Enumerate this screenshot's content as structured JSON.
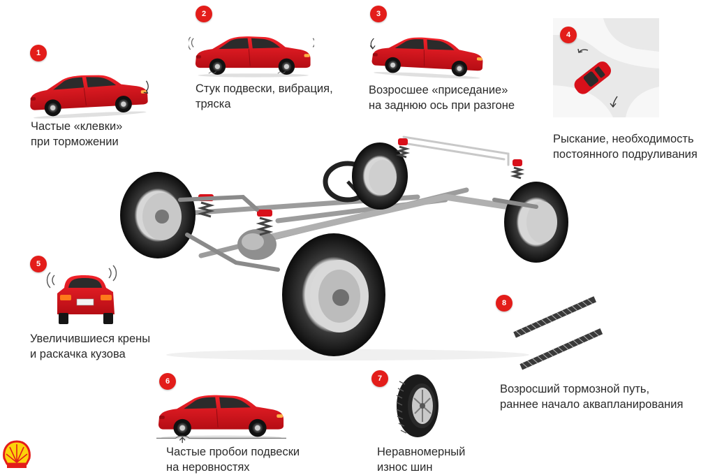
{
  "colors": {
    "accent": "#e31d1a",
    "car_body": "#d8101a",
    "text": "#2a2a2a"
  },
  "items": [
    {
      "badge": "1",
      "line1": "Частые «клевки»",
      "line2": "при торможении"
    },
    {
      "badge": "2",
      "line1": "Стук подвески, вибрация,",
      "line2": "тряска"
    },
    {
      "badge": "3",
      "line1": "Возросшее «приседание»",
      "line2": "на заднюю ось при разгоне"
    },
    {
      "badge": "4",
      "line1": "Рыскание, необходимость",
      "line2": "постоянного подруливания"
    },
    {
      "badge": "5",
      "line1": "Увеличившиеся крены",
      "line2": "и раскачка кузова"
    },
    {
      "badge": "6",
      "line1": "Частые пробои подвески",
      "line2": "на неровностях"
    },
    {
      "badge": "7",
      "line1": "Неравномерный",
      "line2": "износ шин"
    },
    {
      "badge": "8",
      "line1": "Возросший тормозной путь,",
      "line2": "раннее начало аквапланирования"
    }
  ],
  "logo": {
    "name": "shell-logo-icon"
  }
}
